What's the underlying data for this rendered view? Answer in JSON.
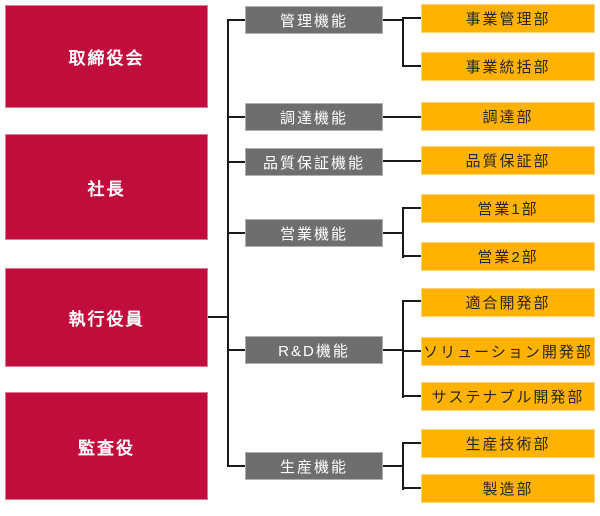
{
  "palette": {
    "red": "#C00D3C",
    "gray": "#6E6E6E",
    "amber": "#FFB300",
    "line": "#1A1A1A",
    "text-light": "#FFFFFF",
    "text-dark": "#262626"
  },
  "org_chart": {
    "executives": [
      {
        "label": "取締役会"
      },
      {
        "label": "社長"
      },
      {
        "label": "執行役員"
      },
      {
        "label": "監査役"
      }
    ],
    "functions": [
      {
        "label": "管理機能",
        "departments": [
          "事業管理部",
          "事業統括部"
        ]
      },
      {
        "label": "調達機能",
        "departments": [
          "調達部"
        ]
      },
      {
        "label": "品質保証機能",
        "departments": [
          "品質保証部"
        ]
      },
      {
        "label": "営業機能",
        "departments": [
          "営業1部",
          "営業2部"
        ]
      },
      {
        "label": "R&D機能",
        "departments": [
          "適合開発部",
          "ソリューション開発部",
          "サステナブル開発部"
        ]
      },
      {
        "label": "生産機能",
        "departments": [
          "生産技術部",
          "製造部"
        ]
      }
    ]
  }
}
